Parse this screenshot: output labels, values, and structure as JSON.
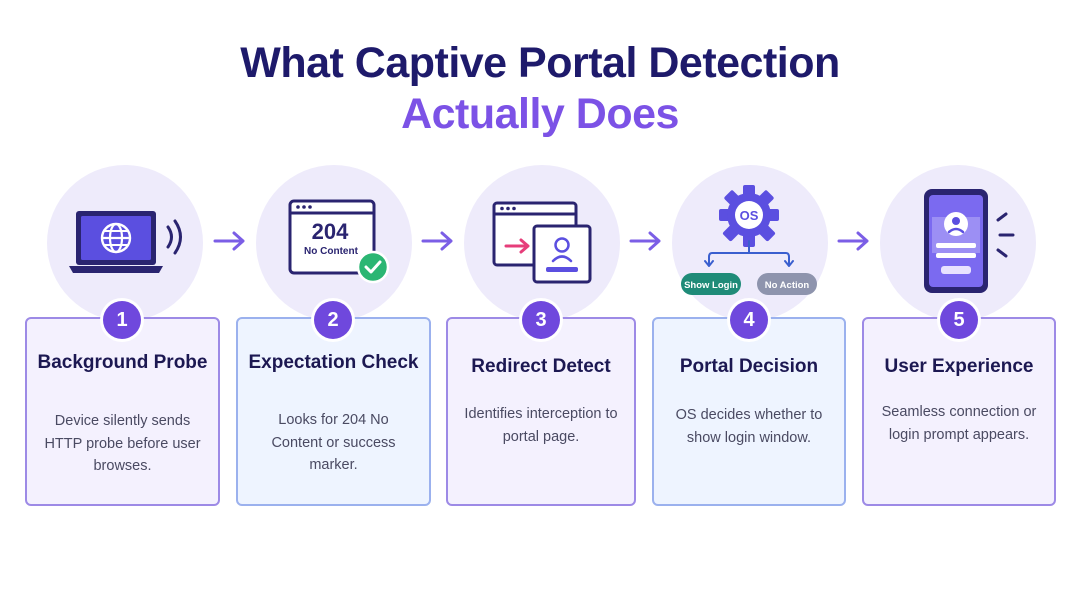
{
  "title": {
    "line1": "What Captive Portal Detection",
    "line2": "Actually Does"
  },
  "colors": {
    "title_dark": "#1e1a6b",
    "title_accent": "#7c52e6",
    "primary_purple": "#6f48dd",
    "success_green": "#2bb673",
    "redirect_pink": "#e63d7a",
    "circle_bg": "#eeebfb"
  },
  "steps": [
    {
      "number": "1",
      "title": "Background Probe",
      "description": "Device silently sends HTTP probe before user browses.",
      "icon": "laptop-globe-icon"
    },
    {
      "number": "2",
      "title": "Expectation Check",
      "description": "Looks for 204 No Content or success marker.",
      "icon": "browser-window-check-icon",
      "icon_code": "204",
      "icon_caption": "No Content"
    },
    {
      "number": "3",
      "title": "Redirect Detect",
      "description": "Identifies interception to portal page.",
      "icon": "browser-redirect-icon"
    },
    {
      "number": "4",
      "title": "Portal Decision",
      "description": "OS decides whether to show login window.",
      "icon": "os-gear-icon",
      "icon_gear_label": "OS",
      "branch_left": "Show Login",
      "branch_right": "No Action"
    },
    {
      "number": "5",
      "title": "User Experience",
      "description": "Seamless connection or login prompt appears.",
      "icon": "phone-login-icon"
    }
  ]
}
